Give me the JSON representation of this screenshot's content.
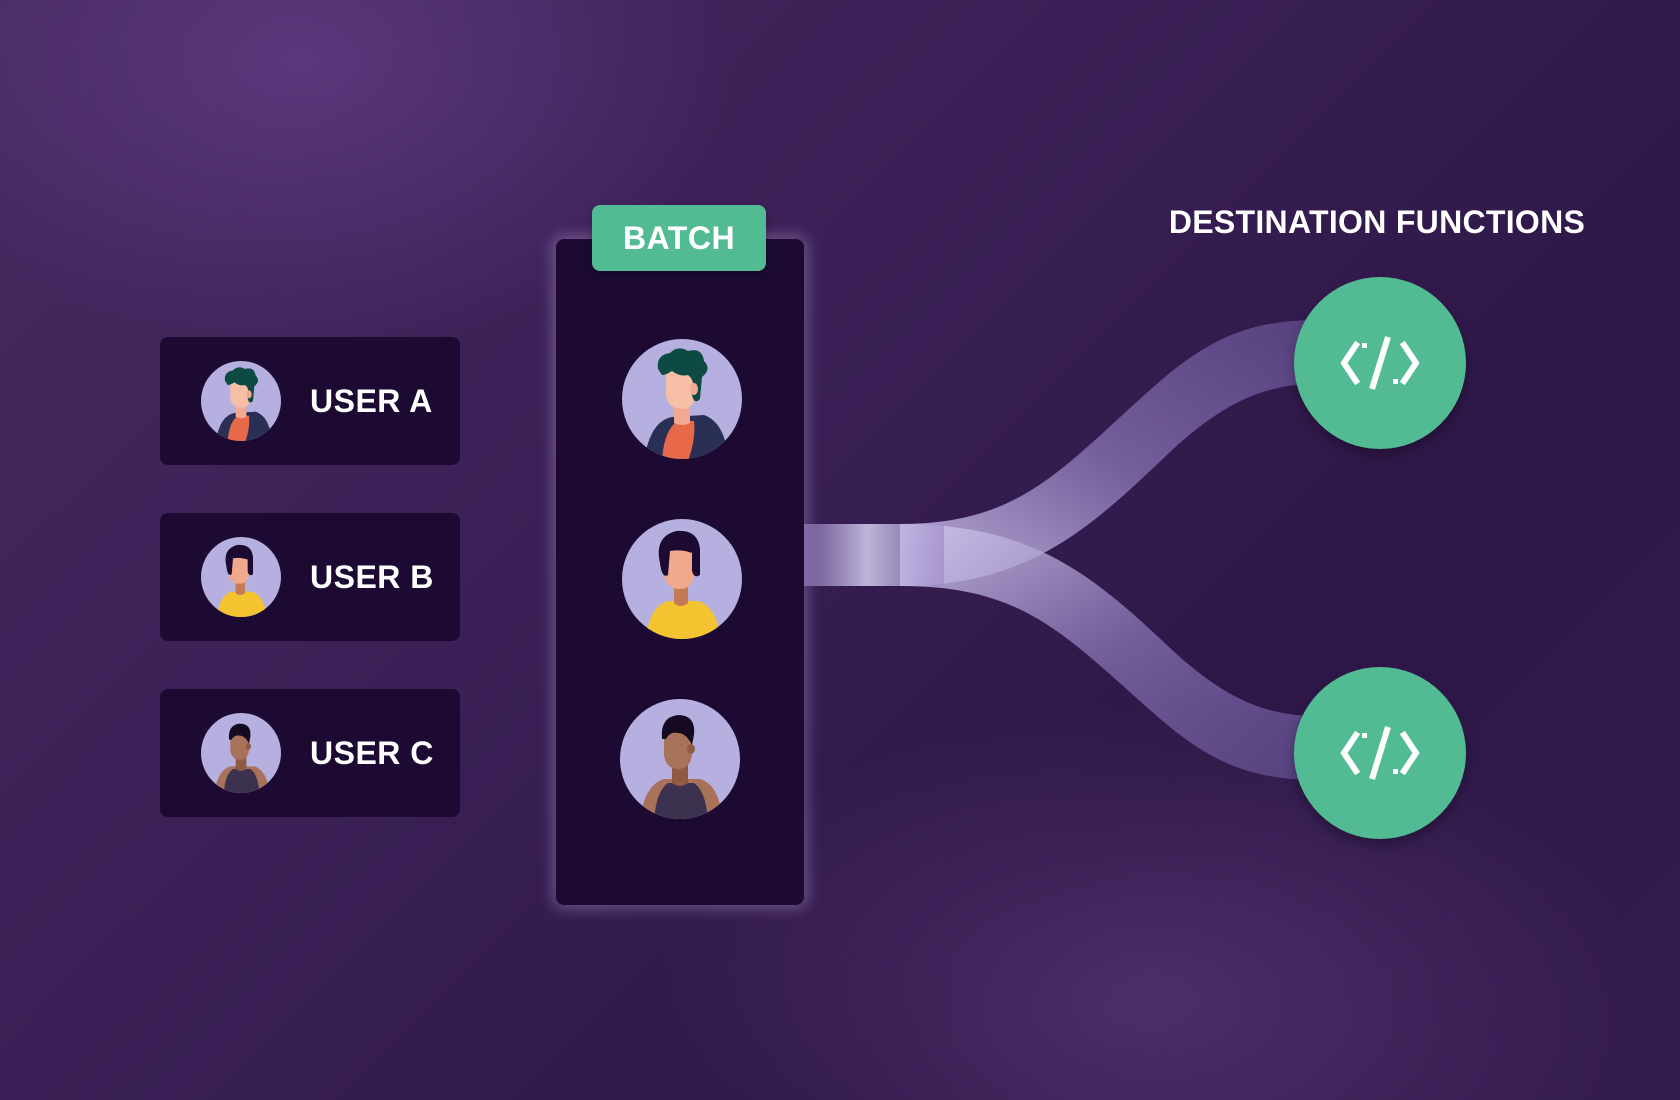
{
  "users": [
    {
      "label": "USER A",
      "avatar_icon": "person-green-hair-avatar-icon"
    },
    {
      "label": "USER B",
      "avatar_icon": "person-yellow-shirt-avatar-icon"
    },
    {
      "label": "USER C",
      "avatar_icon": "person-dark-tank-top-avatar-icon"
    }
  ],
  "batch": {
    "label": "BATCH"
  },
  "destination": {
    "title": "DESTINATION FUNCTIONS",
    "function_icon": "code-brackets-icon"
  },
  "colors": {
    "accent_green": "#53bb94",
    "panel_dark": "#1c0a33",
    "avatar_bg": "#b5b0e0",
    "background": "#3a2056"
  }
}
